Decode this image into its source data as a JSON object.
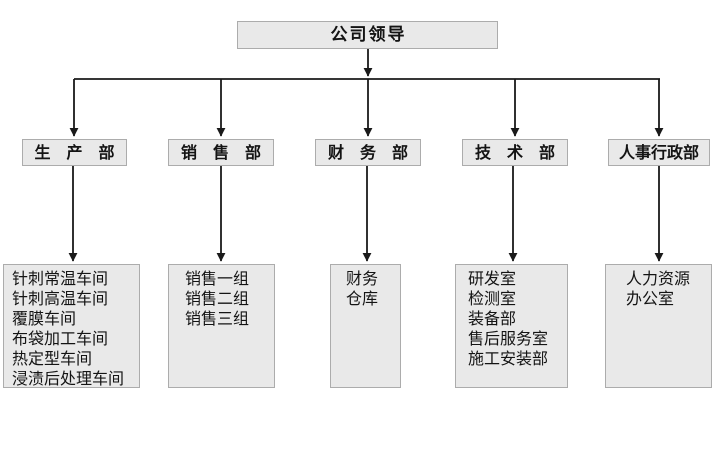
{
  "chart": {
    "type": "org-chart",
    "root": {
      "label": "公司领导"
    },
    "departments": [
      {
        "label": "生　产　部",
        "units": [
          "针刺常温车间",
          "针刺高温车间",
          "覆膜车间",
          "布袋加工车间",
          "热定型车间",
          "浸渍后处理车间"
        ]
      },
      {
        "label": "销　售　部",
        "units": [
          "销售一组",
          "销售二组",
          "销售三组"
        ]
      },
      {
        "label": "财　务　部",
        "units": [
          "财务",
          "仓库"
        ]
      },
      {
        "label": "技　术　部",
        "units": [
          "研发室",
          "检测室",
          "装备部",
          "售后服务室",
          "施工安装部"
        ]
      },
      {
        "label": "人事行政部",
        "units": [
          "人力资源",
          "办公室"
        ]
      }
    ],
    "colors": {
      "box_fill": "#e9e9e9",
      "box_border": "#acacac",
      "connector": "#1a1a1a",
      "text": "#141414",
      "page_bg": "#ffffff"
    }
  }
}
